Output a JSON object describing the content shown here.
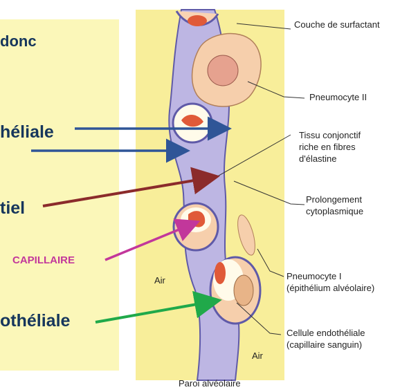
{
  "left_text": {
    "line1": "donc",
    "line2": "héliale",
    "line3": "tiel",
    "capillaire": "CAPILLAIRE",
    "line4": "othéliale"
  },
  "labels": {
    "surfactant": "Couche de surfactant",
    "pneumocyte2": "Pneumocyte II",
    "tissu_1": "Tissu conjonctif",
    "tissu_2": "riche en fibres",
    "tissu_3": "d'élastine",
    "prolongement_1": "Prolongement",
    "prolongement_2": "cytoplasmique",
    "pneumocyte1_1": "Pneumocyte I",
    "pneumocyte1_2": "(épithélium alvéolaire)",
    "cellule_1": "Cellule endothéliale",
    "cellule_2": "(capillaire sanguin)",
    "air_left": "Air",
    "air_right": "Air",
    "caption": "Paroi alvéolaire"
  },
  "colors": {
    "panel_bg": "#fbf7b9",
    "title_text": "#16365c",
    "blue_arrow": "#2f5597",
    "brown_arrow": "#8b2b2b",
    "magenta_arrow": "#c2379b",
    "green_arrow": "#20a94a",
    "wall_yellow": "#f7eb8d",
    "interstitium": "#b9b3e0",
    "cell_pink": "#f4c9a4",
    "rbc_red": "#e05a38"
  }
}
